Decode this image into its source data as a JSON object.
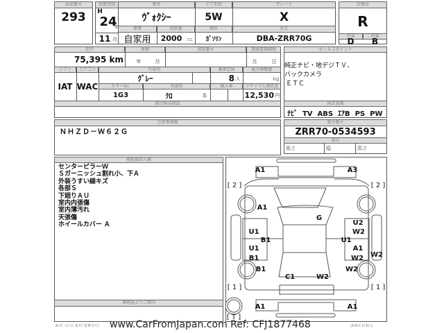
{
  "lot": {
    "label": "出品番号",
    "value": "293"
  },
  "first_reg": {
    "label": "初度登録",
    "era": "H",
    "year": "24",
    "year_unit": "年",
    "month": "11",
    "month_unit": "月"
  },
  "car_name": {
    "label": "車名",
    "value": "ｳﾞｫｸｼｰ"
  },
  "door": {
    "label": "ドア形状",
    "value": "5W"
  },
  "grade": {
    "label": "グレード",
    "value": "X"
  },
  "score": {
    "label": "評価点",
    "value": "R",
    "ext_label": "外装",
    "int_label": "内装",
    "ext": "D",
    "int": "B"
  },
  "history": {
    "label": "車歴",
    "value": "自家用"
  },
  "displacement": {
    "label": "排気量",
    "value": "2000",
    "unit": "cc"
  },
  "fuel": {
    "label": "燃料",
    "value": "ｶﾞｿﾘﾝ"
  },
  "model": {
    "label": "型式",
    "value": "DBA-ZRR70G"
  },
  "mileage": {
    "label": "走行",
    "value": "75,395 km"
  },
  "inspection": {
    "label": "車検",
    "year_unit": "年",
    "month_unit": "月"
  },
  "reg_no": {
    "label": "登録番号"
  },
  "doc_deadline": {
    "label": "譲渡書類期限",
    "month_unit": "月",
    "day_unit": "日"
  },
  "shift": {
    "label": "シフト",
    "value": "IAT"
  },
  "ac": {
    "label": "エアコン",
    "value": "WAC"
  },
  "ext_color": {
    "label": "外装色",
    "value": "ｸﾞﾚｰ"
  },
  "capacity": {
    "label": "乗車定員",
    "value": "8",
    "unit": "人"
  },
  "max_load": {
    "label": "最大積載量",
    "unit": "kg"
  },
  "color_no": {
    "label": "カラーNo.",
    "value": "1G3"
  },
  "int_color": {
    "label": "内装色",
    "value": "ｸﾛ",
    "unit": "系"
  },
  "import": {
    "label": "輸入車"
  },
  "recycle": {
    "label": "リサイクル預託金",
    "value": "12,530",
    "unit": "円"
  },
  "later_parts": {
    "label": "後日発送部品"
  },
  "sales_points": {
    "label": "セールスポイント",
    "lines": [
      "純正ナビ・地デジＴＶ、",
      "バックカメラ",
      "ＥＴＣ"
    ]
  },
  "equipment": {
    "label": "純正装備",
    "value": "ﾅﾋﾞ  TV  ABS  ｴｱB  PS  PW"
  },
  "notes": {
    "label": "注意事項欄",
    "value": "ＮＨＺＤ－Ｗ６２Ｇ"
  },
  "chassis": {
    "label": "車台番号",
    "value": "ZRR70-0534593",
    "spec_label": "諸元",
    "length": "長さ",
    "width": "幅",
    "height": "高さ"
  },
  "inspector": {
    "label": "検査員記入欄",
    "lines": [
      "センターピラーＷ",
      "Ｓガーニッシュ割れ小、下Ａ",
      "外装うすい線キズ",
      "各部Ｓ",
      "下廻りＡＵ",
      "室内内張傷",
      "室内薄汚れ",
      "天張傷",
      "ホイールカバー Ａ"
    ]
  },
  "office": {
    "label": "事務局よりご案内"
  },
  "diagram": {
    "labels": [
      "A1",
      "A3",
      "[ 2 ]",
      "[ 2 ]",
      "A1",
      "G",
      "U2",
      "U1",
      "W2",
      "B1",
      "U1",
      "U1",
      "A1",
      "W2",
      "B1",
      "W2",
      "B1",
      "W2",
      "C1",
      "W2",
      "[ 1 ]",
      "[ 1 ]",
      "A1",
      "A1",
      "[ T ]"
    ]
  },
  "footer": {
    "legend": "A:ｷｽﾞ U:ﾍｺﾐ B:ｷｽﾞを伴うﾍｺﾐ",
    "tail": "(A·B·C·D·E) 1"
  },
  "watermark": "www.CarFromJapan.com Ref: CFJ1877468"
}
